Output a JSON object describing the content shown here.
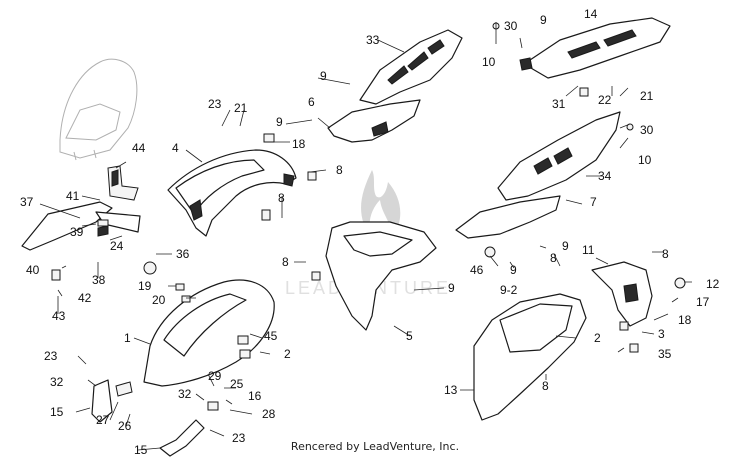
{
  "watermark": "LEADVENTURE",
  "credit": "Rencered by LeadVenture, Inc.",
  "callouts": [
    {
      "id": "c33",
      "label": "33"
    },
    {
      "id": "c30a",
      "label": "30"
    },
    {
      "id": "c9a",
      "label": "9"
    },
    {
      "id": "c14",
      "label": "14"
    },
    {
      "id": "c10a",
      "label": "10"
    },
    {
      "id": "c9b",
      "label": "9"
    },
    {
      "id": "c31",
      "label": "31"
    },
    {
      "id": "c22",
      "label": "22"
    },
    {
      "id": "c21a",
      "label": "21"
    },
    {
      "id": "c23a",
      "label": "23"
    },
    {
      "id": "c21b",
      "label": "21"
    },
    {
      "id": "c6",
      "label": "6"
    },
    {
      "id": "c9c",
      "label": "9"
    },
    {
      "id": "c30b",
      "label": "30"
    },
    {
      "id": "c10b",
      "label": "10"
    },
    {
      "id": "c18a",
      "label": "18"
    },
    {
      "id": "c4",
      "label": "4"
    },
    {
      "id": "c44",
      "label": "44"
    },
    {
      "id": "c8a",
      "label": "8"
    },
    {
      "id": "c34",
      "label": "34"
    },
    {
      "id": "c37",
      "label": "37"
    },
    {
      "id": "c41",
      "label": "41"
    },
    {
      "id": "c8b",
      "label": "8"
    },
    {
      "id": "c7",
      "label": "7"
    },
    {
      "id": "c39",
      "label": "39"
    },
    {
      "id": "c24",
      "label": "24"
    },
    {
      "id": "c36",
      "label": "36"
    },
    {
      "id": "c9d",
      "label": "9"
    },
    {
      "id": "c11",
      "label": "11"
    },
    {
      "id": "c8c",
      "label": "8"
    },
    {
      "id": "c46",
      "label": "46"
    },
    {
      "id": "c9e",
      "label": "9"
    },
    {
      "id": "c12",
      "label": "12"
    },
    {
      "id": "c40",
      "label": "40"
    },
    {
      "id": "c38",
      "label": "38"
    },
    {
      "id": "c19",
      "label": "19"
    },
    {
      "id": "c8d",
      "label": "8"
    },
    {
      "id": "c9f",
      "label": "9"
    },
    {
      "id": "c92",
      "label": "9-2"
    },
    {
      "id": "c8e",
      "label": "8"
    },
    {
      "id": "c17",
      "label": "17"
    },
    {
      "id": "c42",
      "label": "42"
    },
    {
      "id": "c20",
      "label": "20"
    },
    {
      "id": "c18b",
      "label": "18"
    },
    {
      "id": "c43",
      "label": "43"
    },
    {
      "id": "c1",
      "label": "1"
    },
    {
      "id": "c45",
      "label": "45"
    },
    {
      "id": "c5",
      "label": "5"
    },
    {
      "id": "c2a",
      "label": "2"
    },
    {
      "id": "c3",
      "label": "3"
    },
    {
      "id": "c2b",
      "label": "2"
    },
    {
      "id": "c23b",
      "label": "23"
    },
    {
      "id": "c35",
      "label": "35"
    },
    {
      "id": "c32a",
      "label": "32"
    },
    {
      "id": "c29",
      "label": "29"
    },
    {
      "id": "c25",
      "label": "25"
    },
    {
      "id": "c13",
      "label": "13"
    },
    {
      "id": "c8f",
      "label": "8"
    },
    {
      "id": "c16",
      "label": "16"
    },
    {
      "id": "c15a",
      "label": "15"
    },
    {
      "id": "c27",
      "label": "27"
    },
    {
      "id": "c32b",
      "label": "32"
    },
    {
      "id": "c28",
      "label": "28"
    },
    {
      "id": "c26",
      "label": "26"
    },
    {
      "id": "c23c",
      "label": "23"
    },
    {
      "id": "c15b",
      "label": "15"
    }
  ]
}
